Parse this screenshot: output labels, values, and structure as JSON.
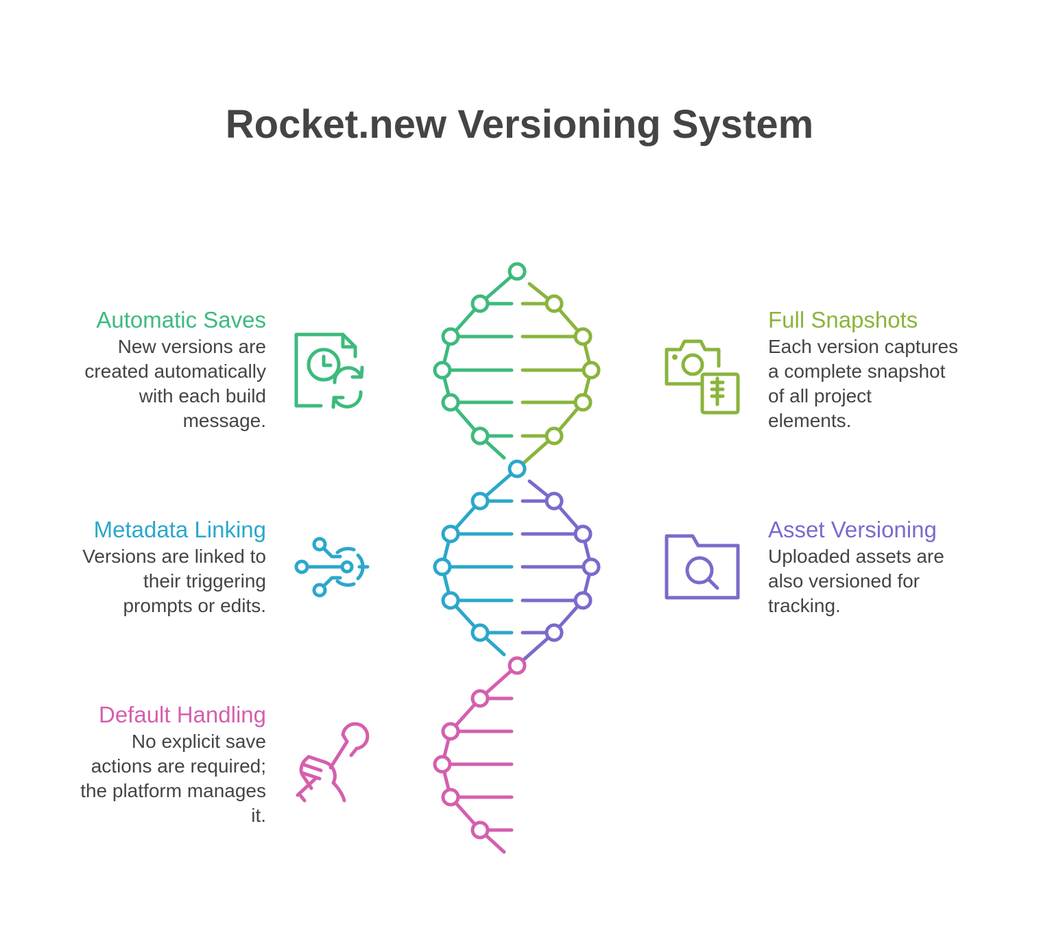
{
  "title": "Rocket.new Versioning System",
  "colors": {
    "green": "#3dba7d",
    "lime": "#8ab43c",
    "cyan": "#2ba7cb",
    "purple": "#7c69cc",
    "pink": "#d45fae",
    "text": "#444444"
  },
  "features": {
    "automatic_saves": {
      "heading": "Automatic Saves",
      "lines": [
        "New versions are",
        "created automatically",
        "with each build",
        "message."
      ],
      "icon": "document-clock-refresh-icon"
    },
    "full_snapshots": {
      "heading": "Full Snapshots",
      "lines": [
        "Each version captures",
        "a complete snapshot",
        "of all project",
        "elements."
      ],
      "icon": "camera-archive-icon"
    },
    "metadata_linking": {
      "heading": "Metadata Linking",
      "lines": [
        "Versions are linked to",
        "their triggering",
        "prompts or edits."
      ],
      "icon": "network-target-icon"
    },
    "asset_versioning": {
      "heading": "Asset Versioning",
      "lines": [
        "Uploaded assets are",
        "also versioned for",
        "tracking."
      ],
      "icon": "folder-search-icon"
    },
    "default_handling": {
      "heading": "Default Handling",
      "lines": [
        "No explicit save",
        "actions are required;",
        "the platform manages",
        "it."
      ],
      "icon": "hand-wrench-icon"
    }
  }
}
